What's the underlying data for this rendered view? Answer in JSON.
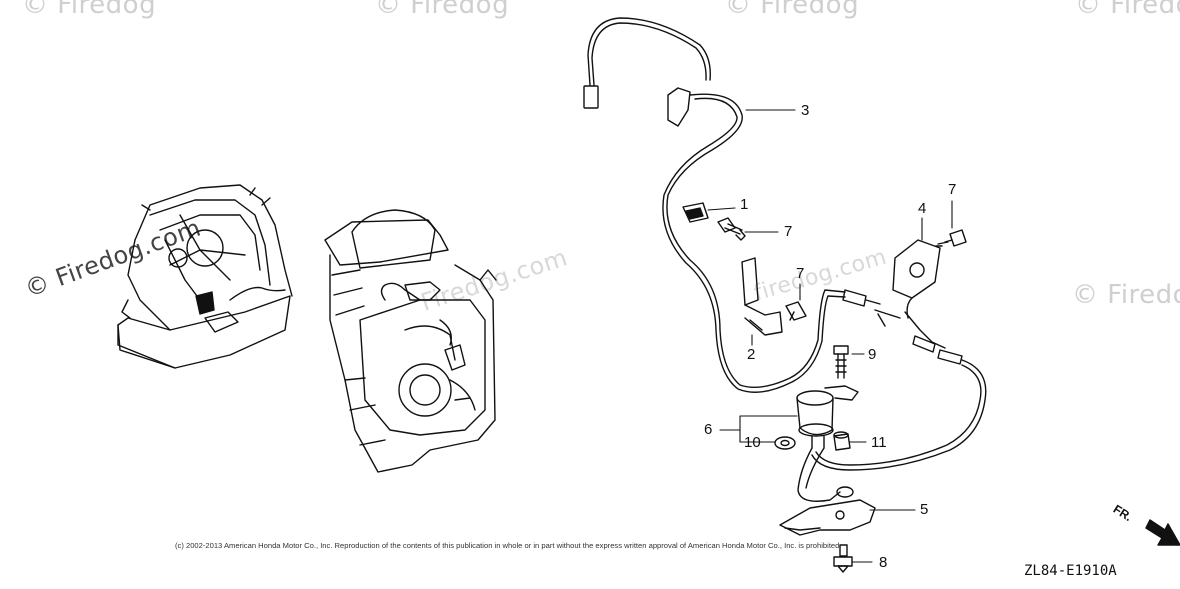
{
  "watermarks": {
    "top_1": "© Firedog",
    "top_2": "© Firedog",
    "top_3": "© Firedog",
    "top_4": "© Firedo",
    "left_main": "© Firedog.com",
    "right_edge": "© Firedo",
    "faint_mid": "Firedog.com",
    "faint_center": "firedog.com"
  },
  "callouts": {
    "n1": "1",
    "n2": "2",
    "n3": "3",
    "n4": "4",
    "n5": "5",
    "n6": "6",
    "n7a": "7",
    "n7b": "7",
    "n7c": "7",
    "n8": "8",
    "n9": "9",
    "n10": "10",
    "n11": "11"
  },
  "copyright": "(c) 2002-2013 American Honda Motor Co., Inc. Reproduction of the contents of this publication in whole or in part without the express written approval of American Honda Motor Co., Inc. is prohibited.",
  "diagram_code": "ZL84-E1910A",
  "direction_label": "FR."
}
